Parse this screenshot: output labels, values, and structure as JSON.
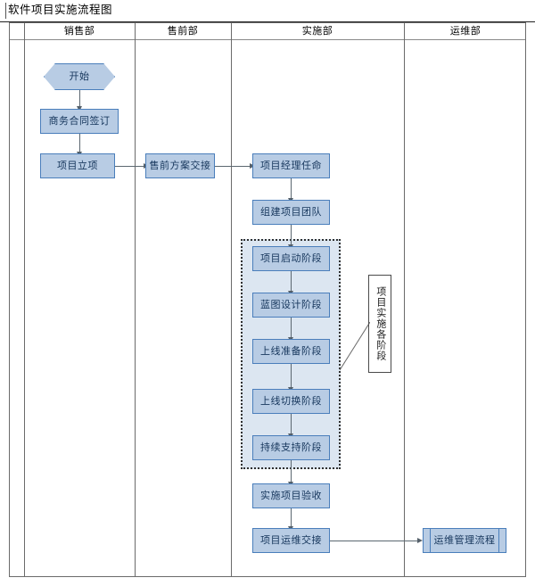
{
  "document": {
    "title": "软件项目实施流程图"
  },
  "lanes": [
    {
      "id": "sales",
      "label": "销售部"
    },
    {
      "id": "presales",
      "label": "售前部"
    },
    {
      "id": "implementation",
      "label": "实施部"
    },
    {
      "id": "operations",
      "label": "运维部"
    }
  ],
  "nodes": {
    "start": "开始",
    "contract": "商务合同签订",
    "project_setup": "项目立项",
    "presales_handover": "售前方案交接",
    "pm_appointment": "项目经理任命",
    "build_team": "组建项目团队",
    "phase_kickoff": "项目启动阶段",
    "phase_blueprint": "蓝图设计阶段",
    "phase_golive_prep": "上线准备阶段",
    "phase_cutover": "上线切换阶段",
    "phase_support": "持续支持阶段",
    "acceptance": "实施项目验收",
    "ops_handover": "项目运维交接",
    "ops_process": "运维管理流程"
  },
  "annotations": {
    "phase_group": "项目实施各阶段"
  },
  "colors": {
    "node_fill": "#b8cce4",
    "node_border": "#4a7ebb",
    "node_text": "#16365c",
    "group_fill": "#dce6f1",
    "group_border": "#2f2f2f",
    "connector": "#5b6770",
    "table_border": "#6b6b6b"
  }
}
